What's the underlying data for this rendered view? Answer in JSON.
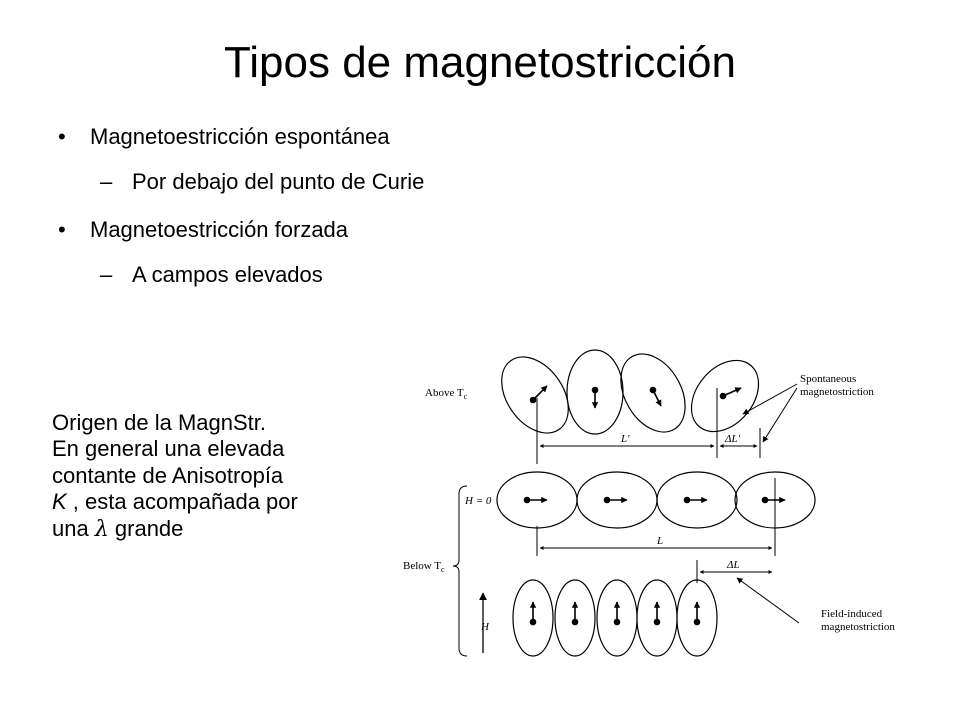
{
  "slide": {
    "title": "Tipos de magnetostricción",
    "bullets": [
      "Magnetoestricción espontánea",
      "Por debajo del punto de Curie",
      "Magnetoestricción forzada",
      "A campos elevados"
    ],
    "note": {
      "line1": "Origen de la MagnStr.",
      "line2": "En general una elevada",
      "line3": "contante de  Anisotropía",
      "line4_var": "K",
      "line4_rest": " , esta acompañada por",
      "line5_pre": "una ",
      "line5_symbol": "λ",
      "line5_post": " grande"
    }
  },
  "figure": {
    "label_above": "Above T",
    "label_above_sub": "c",
    "label_below": "Below T",
    "label_below_sub": "c",
    "label_h0": "H = 0",
    "label_h": "H",
    "dim_lprime": "L′",
    "dim_dlprime": "ΔL′",
    "dim_l": "L",
    "dim_dl": "ΔL",
    "spontaneous": [
      "Spontaneous",
      "magnetostriction"
    ],
    "field_induced": [
      "Field-induced",
      "magnetostriction"
    ]
  }
}
